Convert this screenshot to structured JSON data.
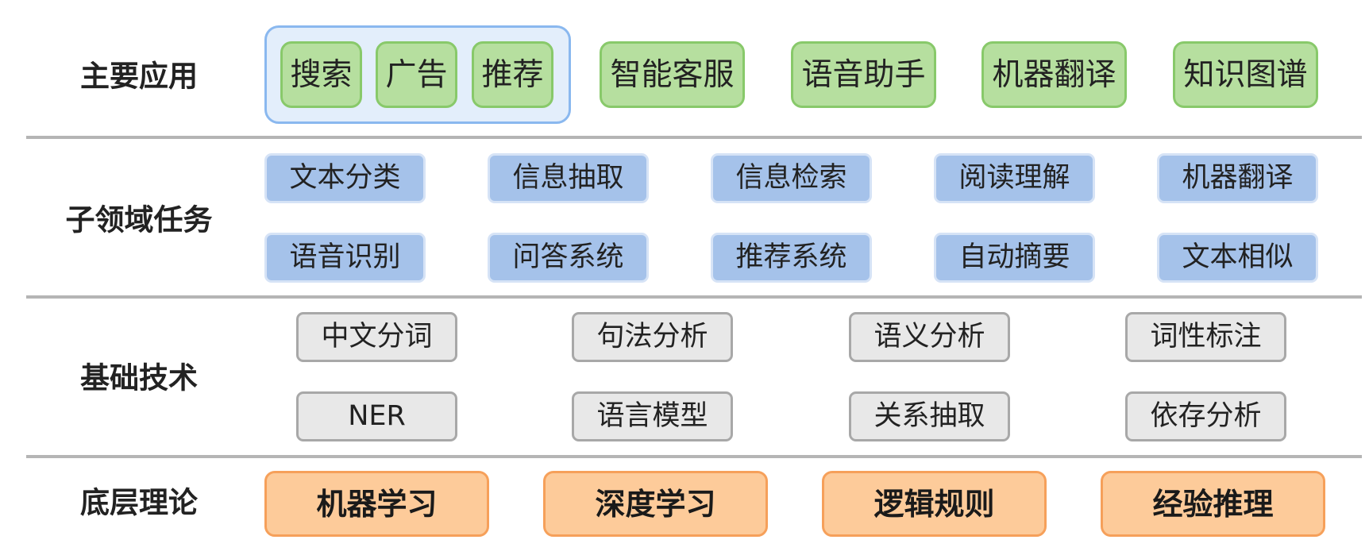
{
  "layers": [
    {
      "label": "主要应用",
      "grouped_items": [
        "搜索",
        "广告",
        "推荐"
      ],
      "items": [
        "智能客服",
        "语音助手",
        "机器翻译",
        "知识图谱"
      ]
    },
    {
      "label": "子领域任务",
      "row1": [
        "文本分类",
        "信息抽取",
        "信息检索",
        "阅读理解",
        "机器翻译"
      ],
      "row2": [
        "语音识别",
        "问答系统",
        "推荐系统",
        "自动摘要",
        "文本相似"
      ]
    },
    {
      "label": "基础技术",
      "row1": [
        "中文分词",
        "句法分析",
        "语义分析",
        "词性标注"
      ],
      "row2": [
        "NER",
        "语言模型",
        "关系抽取",
        "依存分析"
      ]
    },
    {
      "label": "底层理论",
      "items": [
        "机器学习",
        "深度学习",
        "逻辑规则",
        "经验推理"
      ]
    }
  ],
  "colors": {
    "application": "#b6df9f",
    "application_border": "#88c96a",
    "group_frame": "#e3eefb",
    "group_frame_border": "#8ab8ef",
    "subtask": "#a5c2ea",
    "technique": "#e8e8e8",
    "technique_border": "#a8a8a8",
    "theory": "#fdcb9a",
    "theory_border": "#f6a05a",
    "divider": "#b5b5b5"
  }
}
